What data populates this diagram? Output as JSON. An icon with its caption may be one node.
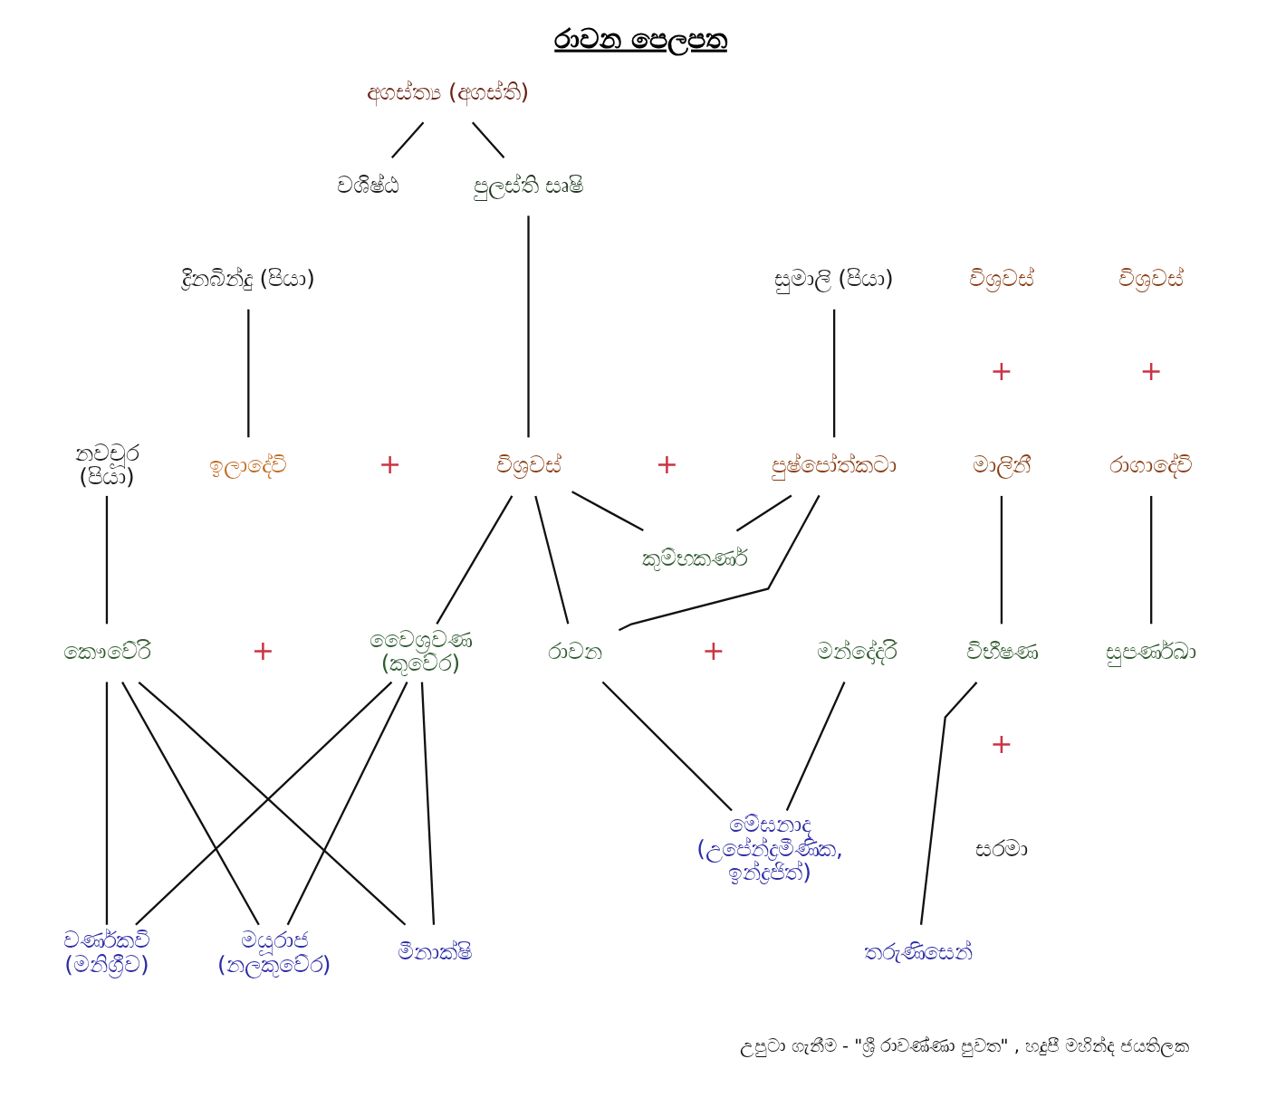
{
  "diagram": {
    "title": "රාවන පෙලපත",
    "caption": "උපුටා ගැනීම - \"ශ්‍රී රාවණ්ණා පුවත\" , හදුපී මහින්ද ජයතිලක",
    "nodes": [
      {
        "text": [
          "අගස්ත්‍ය (අගස්ති)"
        ]
      },
      {
        "text": [
          "වශිෂ්ඨ"
        ]
      },
      {
        "text": [
          "පුලස්ති සෘෂි"
        ]
      },
      {
        "text": [
          "ද්‍රිනබින්දු (පියා)"
        ]
      },
      {
        "text": [
          "සුමාලි (පියා)"
        ]
      },
      {
        "text": [
          "විශ්‍රවස්"
        ]
      },
      {
        "text": [
          "විශ්‍රවස්"
        ]
      },
      {
        "text": [
          "නවචූර (පියා)"
        ]
      },
      {
        "text": [
          "ඉලාදේවි"
        ]
      },
      {
        "text": [
          "විශ්‍රවස්"
        ]
      },
      {
        "text": [
          "පුෂ්පෝත්කටා"
        ]
      },
      {
        "text": [
          "මාලිනී"
        ]
      },
      {
        "text": [
          "රාගාදේවි"
        ]
      },
      {
        "text": [
          "කුම්භකර්ණ"
        ]
      },
      {
        "text": [
          "කෞවේරි"
        ]
      },
      {
        "text": [
          "වෛශ්‍රවණ (කුවේර)"
        ]
      },
      {
        "text": [
          "රාවන"
        ]
      },
      {
        "text": [
          "මන්දෝදරි"
        ]
      },
      {
        "text": [
          "විභීෂණ"
        ]
      },
      {
        "text": [
          "සුපර්ණඛා"
        ]
      },
      {
        "text": [
          "සරමා"
        ]
      },
      {
        "text": [
          "මේඝනාද (උපේන්ද්‍රමීණික, ඉන්ද්‍රජිත්)"
        ]
      },
      {
        "text": [
          "තරුණිසෙන්"
        ]
      },
      {
        "text": [
          "වර්ණකවි (මනිග්‍රීව)"
        ]
      },
      {
        "text": [
          "මයූරාජ (නලකුවේර)"
        ]
      },
      {
        "text": [
          "මීනාක්ෂි"
        ]
      }
    ],
    "edges": [
      {
        "from": 0,
        "to": 1,
        "arrow": "none"
      },
      {
        "from": 0,
        "to": 2,
        "arrow": "none"
      },
      {
        "from": 2,
        "to": 9,
        "arrow": "none"
      },
      {
        "from": 3,
        "to": 8,
        "arrow": "none"
      },
      {
        "from": 4,
        "to": 10,
        "arrow": "none"
      },
      {
        "from": 7,
        "to": 14,
        "arrow": "none"
      },
      {
        "from": 9,
        "to": 15,
        "arrow": "none"
      },
      {
        "from": 9,
        "to": 16,
        "arrow": "none"
      },
      {
        "from": 9,
        "to": 13,
        "arrow": "none"
      },
      {
        "from": 10,
        "to": 16,
        "arrow": "none"
      },
      {
        "from": 10,
        "to": 13,
        "arrow": "none"
      },
      {
        "from": 11,
        "to": 18,
        "arrow": "none"
      },
      {
        "from": 12,
        "to": 19,
        "arrow": "none"
      },
      {
        "from": 14,
        "to": 23,
        "arrow": "none"
      },
      {
        "from": 14,
        "to": 24,
        "arrow": "none"
      },
      {
        "from": 14,
        "to": 25,
        "arrow": "none"
      },
      {
        "from": 15,
        "to": 23,
        "arrow": "none"
      },
      {
        "from": 15,
        "to": 24,
        "arrow": "none"
      },
      {
        "from": 15,
        "to": 25,
        "arrow": "none"
      },
      {
        "from": 16,
        "to": 21,
        "arrow": "none"
      },
      {
        "from": 17,
        "to": 21,
        "arrow": "none"
      },
      {
        "from": 18,
        "to": 22,
        "arrow": "none"
      }
    ],
    "labels": [
      "+",
      "+",
      "+",
      "+",
      "+",
      "+",
      "+"
    ]
  }
}
